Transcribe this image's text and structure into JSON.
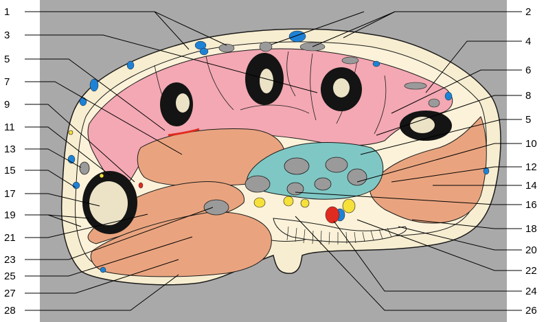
{
  "figure": {
    "colors": {
      "background": "#a9a9a9",
      "skin": "#f7edd0",
      "subcutis": "#fbf2d9",
      "muscle_pink": "#f3a8b3",
      "muscle_tan": "#e9a47f",
      "bone_cortex": "#141414",
      "bone_marrow": "#ece3c7",
      "pelvic_cavity": "#7fc7c4",
      "gray_tissue": "#9a9a9a",
      "vein": "#1d82d6",
      "artery": "#e02b20",
      "nerve": "#f6e03a",
      "outline": "#1a1a1a"
    },
    "labels_left": [
      "1",
      "3",
      "5",
      "7",
      "9",
      "11",
      "13",
      "15",
      "17",
      "19",
      "21",
      "23",
      "25",
      "27",
      "28"
    ],
    "labels_right": [
      "2",
      "4",
      "6",
      "8",
      "5",
      "10",
      "12",
      "14",
      "16",
      "18",
      "20",
      "22",
      "24",
      "26"
    ]
  }
}
